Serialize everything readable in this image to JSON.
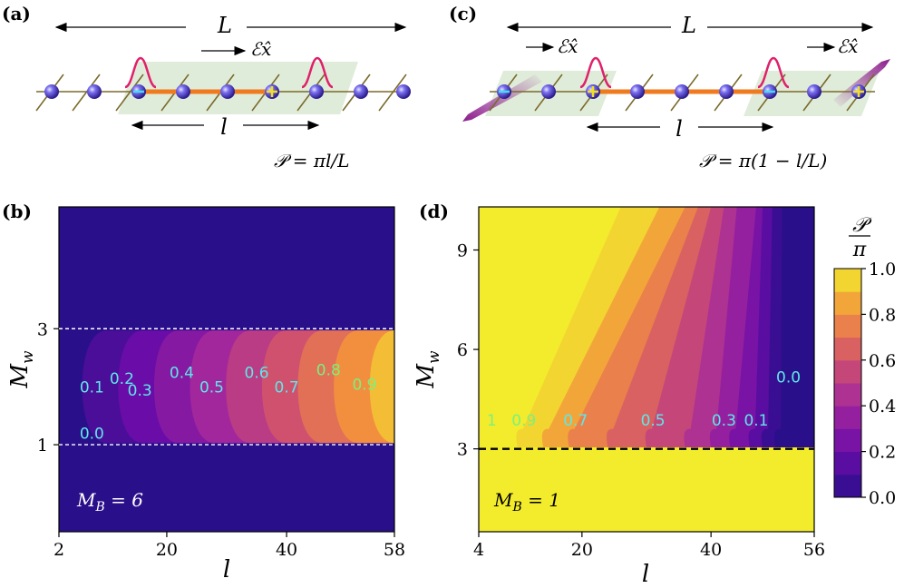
{
  "colors": {
    "background": "#2a0f8a",
    "chain_line": "#7a6a2a",
    "bond": "#f07a1e",
    "site": "#6a5fd8",
    "wavepacket": "#e0206a",
    "shade": "#dbe9d4",
    "arrow_purple": "#8a1a8a",
    "contour_label": "#5ee8e8",
    "contour_label_hi": "#7cf07c"
  },
  "panel_a": {
    "label": "(a)",
    "length_label": "L",
    "field_label": "ℰx̂",
    "segment_label": "l",
    "polarization_formula": "𝒫 = πl/L"
  },
  "panel_c": {
    "label": "(c)",
    "length_label": "L",
    "field_label_left": "ℰx̂",
    "field_label_right": "ℰx̂",
    "segment_label": "l",
    "polarization_formula": "𝒫 = π(1 − l/L)"
  },
  "chart_data": [
    {
      "panel": "(b)",
      "type": "heatmap",
      "xlabel": "l",
      "ylabel": "M_w",
      "x_ticks": [
        "2",
        "20",
        "40",
        "58"
      ],
      "y_ticks": [
        "1",
        "3"
      ],
      "xlim": [
        2,
        58
      ],
      "ylim": [
        -0.5,
        5.1
      ],
      "dashed_lines_y": [
        1,
        3
      ],
      "annotation": "M_B = 6",
      "contour_labels": [
        "0.0",
        "0.1",
        "0.2",
        "0.3",
        "0.4",
        "0.5",
        "0.6",
        "0.7",
        "0.8",
        "0.9"
      ],
      "contour_levels": [
        0.0,
        0.1,
        0.2,
        0.3,
        0.4,
        0.5,
        0.6,
        0.7,
        0.8,
        0.9
      ],
      "contour_level_l": [
        8,
        14,
        20,
        26,
        32,
        38,
        44,
        50,
        56
      ],
      "contour_label_positions": [
        [
          7.5,
          1.1
        ],
        [
          7.5,
          1.9
        ],
        [
          12.5,
          2.05
        ],
        [
          15.5,
          1.85
        ],
        [
          22.5,
          2.15
        ],
        [
          27.5,
          1.9
        ],
        [
          35,
          2.15
        ],
        [
          40,
          1.9
        ],
        [
          47,
          2.2
        ],
        [
          53,
          1.95
        ]
      ]
    },
    {
      "panel": "(d)",
      "type": "heatmap",
      "xlabel": "l",
      "ylabel": "M_w",
      "x_ticks": [
        "4",
        "20",
        "40",
        "56"
      ],
      "y_ticks": [
        "3",
        "6",
        "9"
      ],
      "xlim": [
        4,
        56
      ],
      "ylim": [
        0.5,
        10.3
      ],
      "dashed_lines_y": [
        3
      ],
      "annotation": "M_B = 1",
      "contour_labels": [
        "1",
        "0.9",
        "0.7",
        "0.5",
        "0.3",
        "0.1",
        "0.0"
      ],
      "contour_label_positions": [
        [
          6,
          3.7
        ],
        [
          11,
          3.7
        ],
        [
          19,
          3.7
        ],
        [
          31,
          3.7
        ],
        [
          42,
          3.7
        ],
        [
          47,
          3.7
        ],
        [
          52,
          5.0
        ]
      ],
      "colorbar": {
        "title": "𝒫/π",
        "ticks": [
          "0.0",
          "0.2",
          "0.4",
          "0.6",
          "0.8",
          "1.0"
        ],
        "range": [
          0,
          1
        ]
      }
    }
  ]
}
